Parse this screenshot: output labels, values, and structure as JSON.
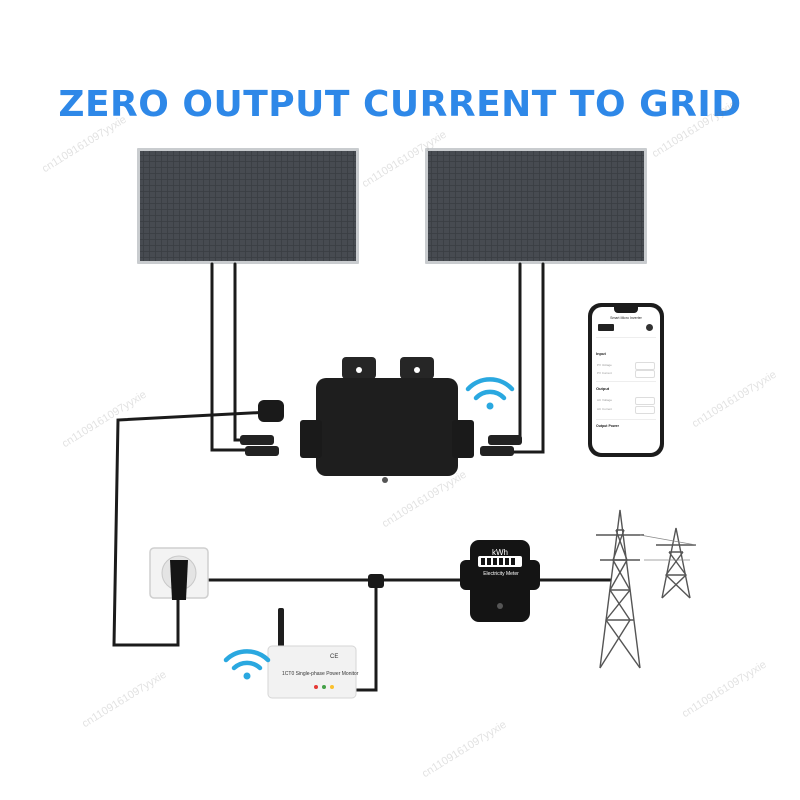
{
  "title": "ZERO OUTPUT CURRENT TO GRID",
  "colors": {
    "title": "#2e88e8",
    "wifi": "#2aa8e0",
    "cable": "#1b1b1b",
    "panel_cell": "#3a3d42",
    "panel_frame": "#c9cccf",
    "inverter_body": "#1e1e1e",
    "monitor_body": "#f2f2f2",
    "meter_body": "#141414",
    "watermark": "#bdbdbd"
  },
  "icons": {
    "phone_wifi": "wifi-icon",
    "monitor_wifi": "wifi-icon"
  },
  "watermark": "cn1109161097yyxie",
  "phone_app": {
    "header": "Smart Micro Inverter",
    "input": "Input",
    "pv_voltage": "PV Voltage",
    "pv_current": "PV Current",
    "output": "Output",
    "ac_voltage": "AC Voltage",
    "ac_current": "AC Current",
    "output_power": "Output Power"
  },
  "meter": {
    "unit": "kWh",
    "label": "Electricity Meter"
  },
  "power_monitor": {
    "label": "1CT0 Single-phase Power Monitor",
    "mark": "CE"
  }
}
